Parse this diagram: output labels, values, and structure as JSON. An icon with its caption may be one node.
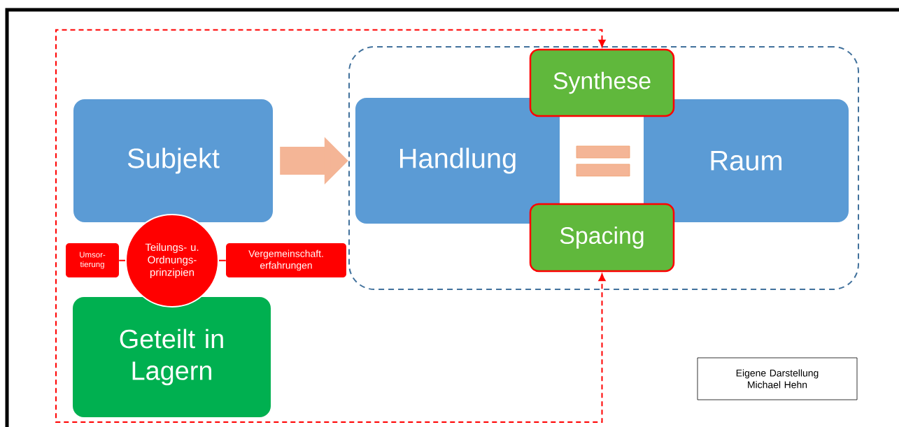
{
  "diagram": {
    "nodes": [
      {
        "text": [
          "Subjekt"
        ]
      },
      {
        "text": [],
        "shape": "box"
      },
      {
        "text": [
          "Synthese"
        ],
        "in": 1
      },
      {
        "text": [
          "Handlung"
        ],
        "in": 1
      },
      {
        "text": [
          "Raum"
        ],
        "in": 1
      },
      {
        "text": [
          "Spacing"
        ],
        "in": 1
      },
      {
        "text": [
          "Umsor- tierung"
        ]
      },
      {
        "text": [
          "Teilungs- u. Ordnungs- prinzipien"
        ]
      },
      {
        "text": [
          "Vergemeinschaft. erfahrungen"
        ]
      },
      {
        "text": [
          "Geteilt in Lagern"
        ]
      },
      {
        "text": [
          "Eigene Darstellung Michael Hehn"
        ]
      }
    ],
    "edges": [
      {
        "from": 0,
        "to": 3,
        "arrow": "to",
        "style": "thick",
        "color": "#f4b596"
      },
      {
        "from": 5,
        "to": 2,
        "arrow": "both",
        "style": "dashed",
        "color": "#ff0000"
      },
      {
        "from": 6,
        "to": 7,
        "arrow": "none",
        "color": "#ff0000"
      },
      {
        "from": 7,
        "to": 8,
        "arrow": "none",
        "color": "#ff0000"
      }
    ]
  }
}
